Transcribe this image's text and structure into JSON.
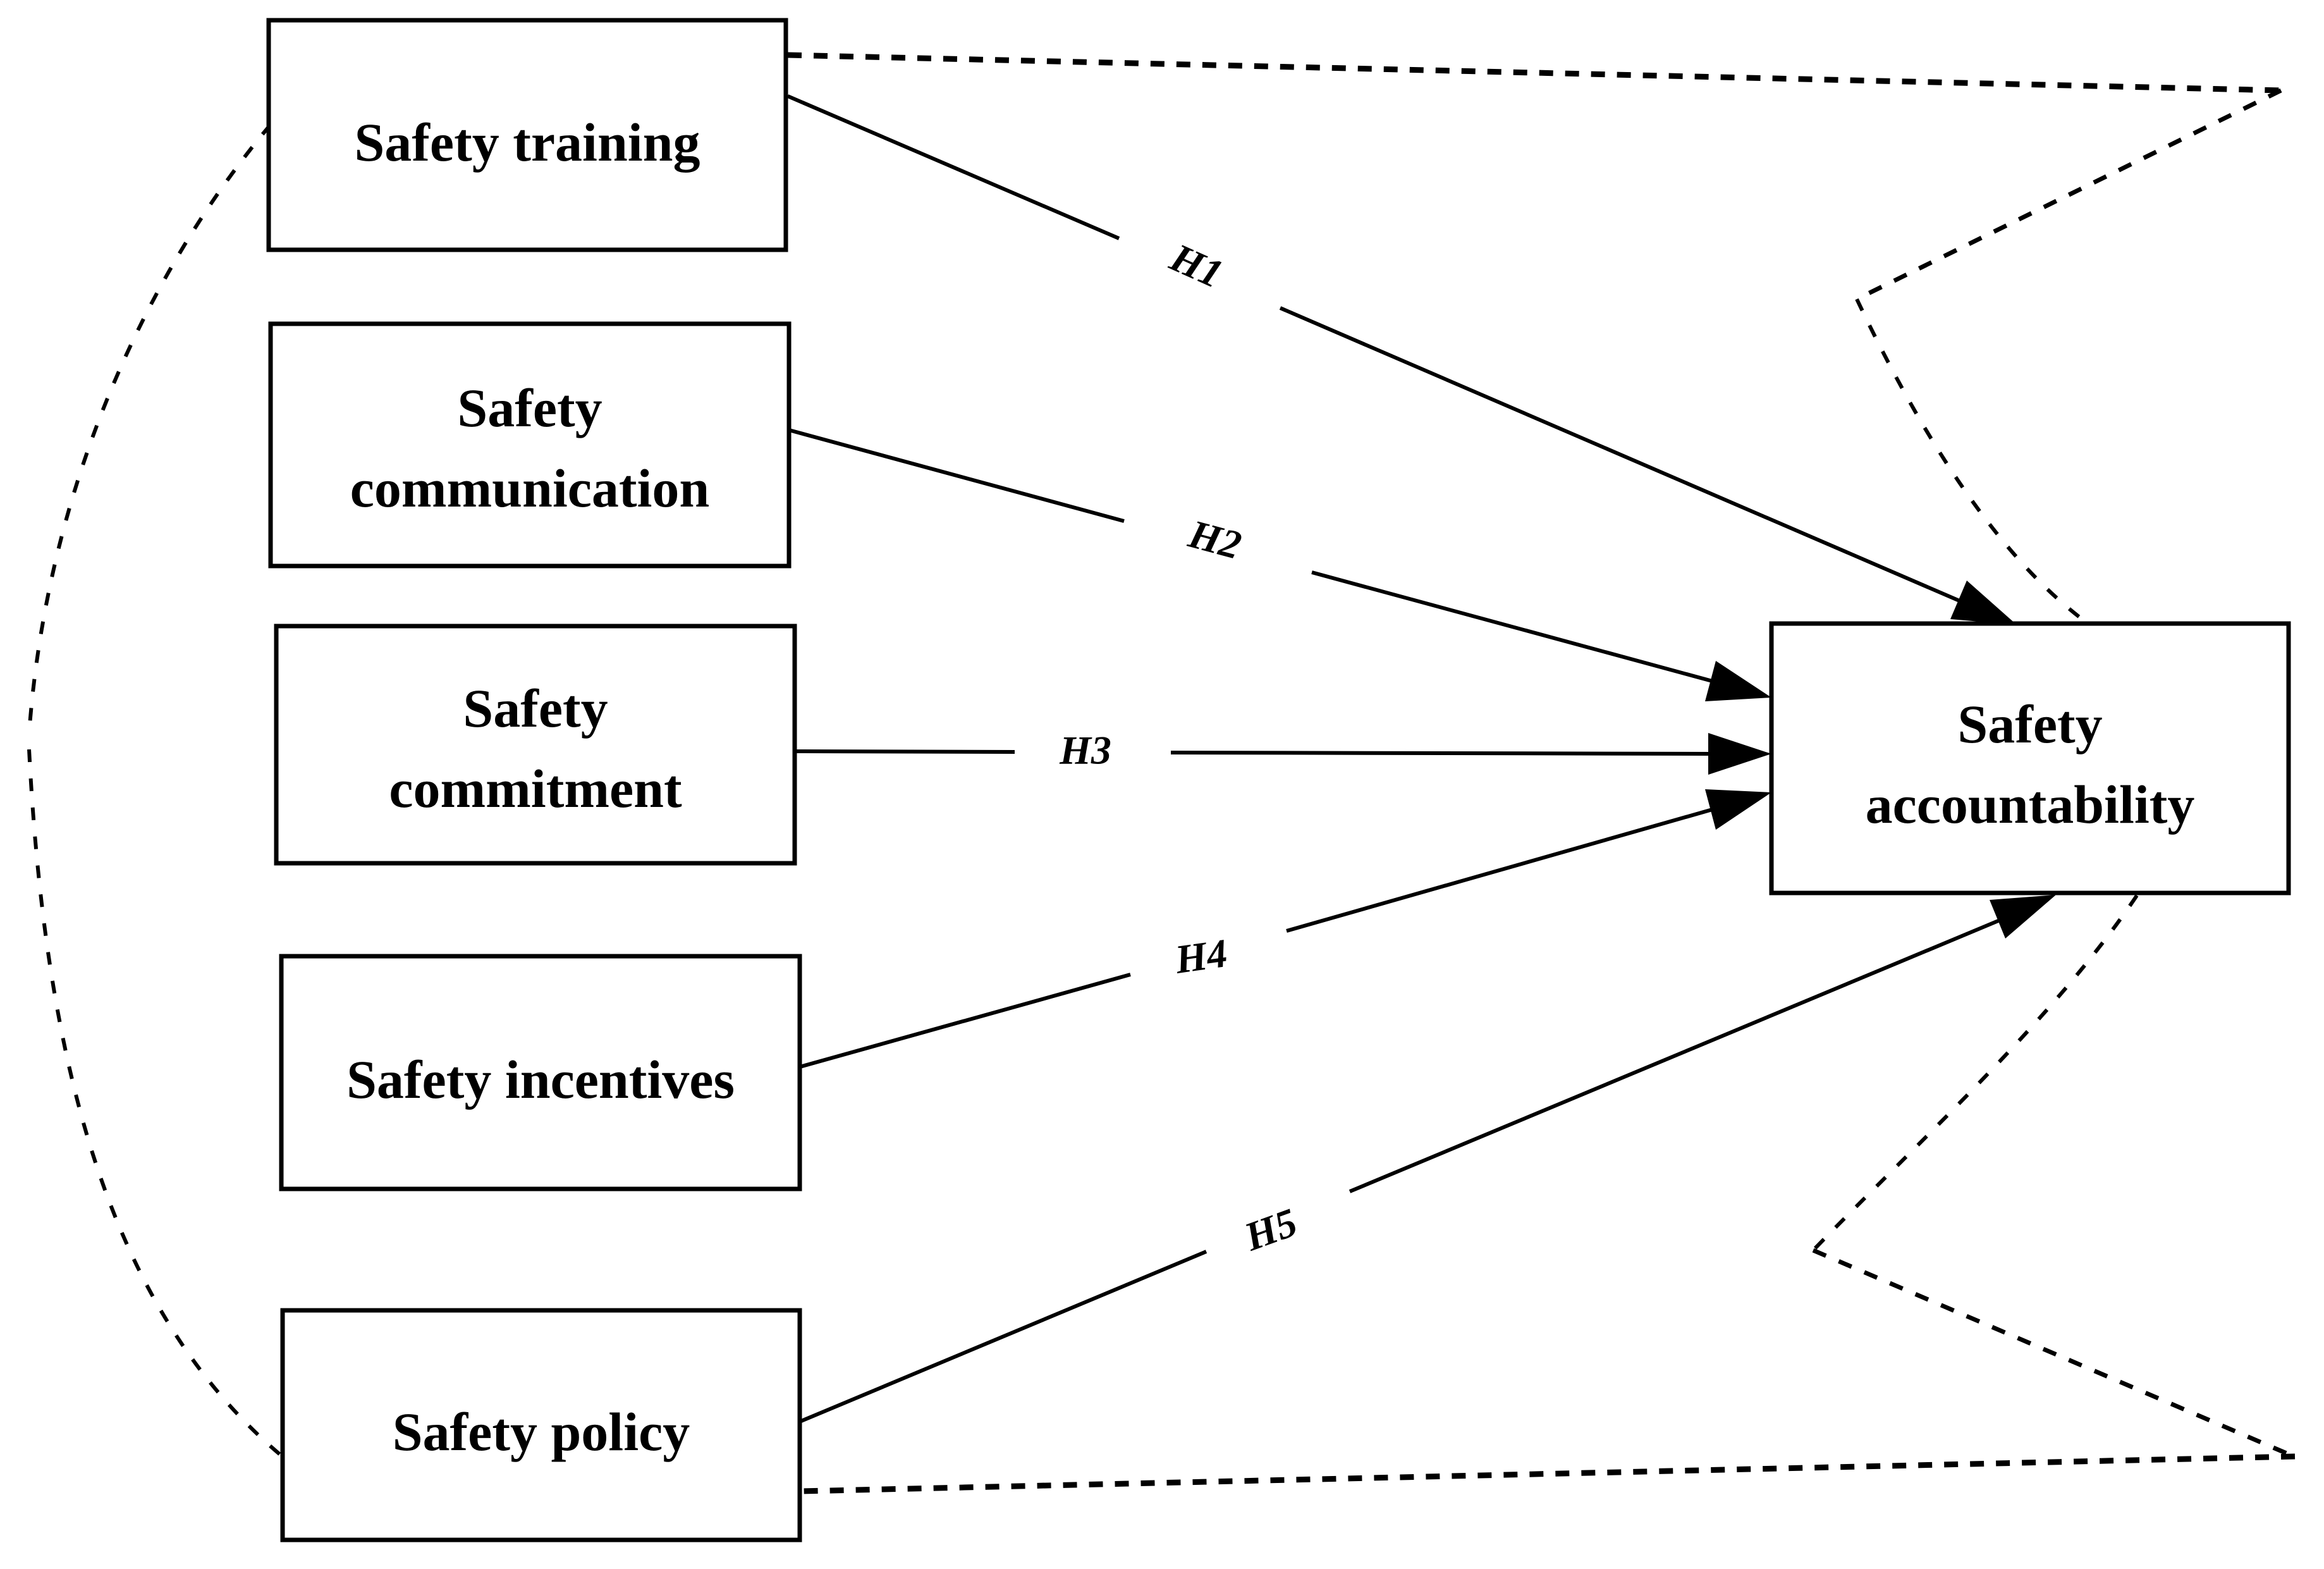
{
  "figure": {
    "type": "path-diagram",
    "background_color": "#ffffff",
    "line_color": "#000000",
    "predictors": [
      {
        "id": "safety-training",
        "line1": "Safety training",
        "line2": ""
      },
      {
        "id": "safety-communication",
        "line1": "Safety",
        "line2": "communication"
      },
      {
        "id": "safety-commitment",
        "line1": "Safety",
        "line2": "commitment"
      },
      {
        "id": "safety-incentives",
        "line1": "Safety incentives",
        "line2": ""
      },
      {
        "id": "safety-policy",
        "line1": "Safety policy",
        "line2": ""
      }
    ],
    "outcome": {
      "id": "safety-accountability",
      "line1": "Safety",
      "line2": "accountability"
    },
    "hypotheses": [
      {
        "label": "H1",
        "from": "Safety training",
        "to": "Safety accountability"
      },
      {
        "label": "H2",
        "from": "Safety communication",
        "to": "Safety accountability"
      },
      {
        "label": "H3",
        "from": "Safety commitment",
        "to": "Safety accountability"
      },
      {
        "label": "H4",
        "from": "Safety incentives",
        "to": "Safety accountability"
      },
      {
        "label": "H5",
        "from": "Safety policy",
        "to": "Safety accountability"
      }
    ]
  }
}
